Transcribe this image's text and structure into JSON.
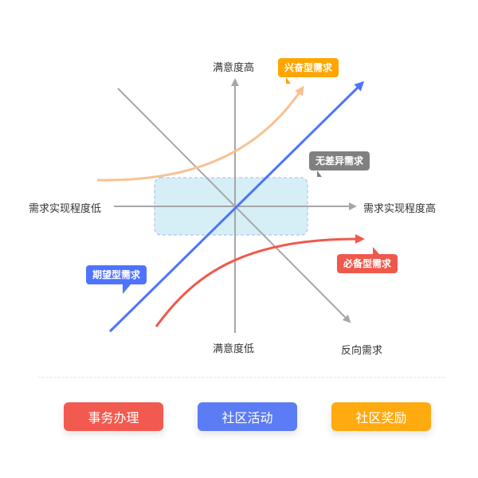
{
  "axes": {
    "top": "满意度高",
    "bottom": "满意度低",
    "left": "需求实现程度低",
    "right": "需求实现程度高",
    "reverse": "反向需求"
  },
  "tags": {
    "exciting": "兴奋型需求",
    "indifferent": "无差异需求",
    "expected": "期望型需求",
    "must_be": "必备型需求"
  },
  "colors": {
    "exciting": "#ffa500",
    "exciting_curve": "#f8c193",
    "indifferent": "#808080",
    "expected": "#4d73ff",
    "must_be": "#f0584a",
    "axis": "#a6a6a6",
    "center_box": "#d6eff6"
  },
  "buttons": [
    "事务办理",
    "社区活动",
    "社区奖励"
  ]
}
